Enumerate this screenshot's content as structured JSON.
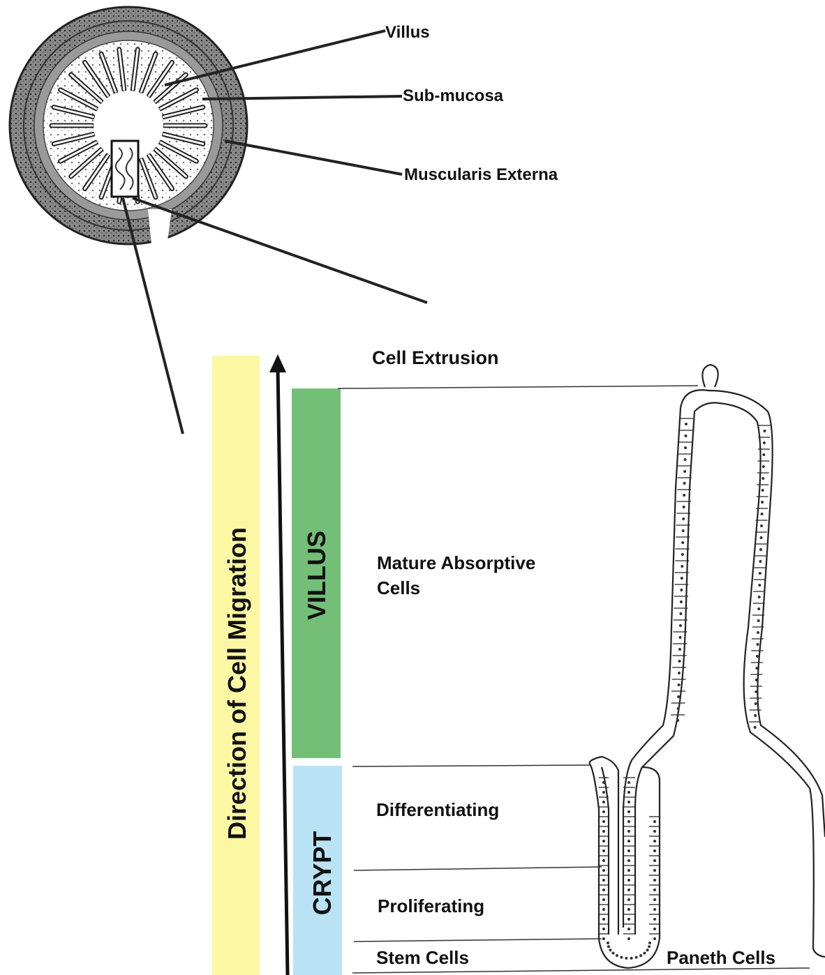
{
  "cross_section": {
    "labels": {
      "villus": "Villus",
      "submucosa": "Sub-mucosa",
      "muscularis": "Muscularis Externa"
    }
  },
  "migration": {
    "direction_label": "Direction of Cell Migration",
    "villus_bar_label": "VILLUS",
    "crypt_bar_label": "CRYPT",
    "colors": {
      "direction_bar": "#fbf7a3",
      "villus_bar": "#74bf78",
      "crypt_bar": "#b9e3f4"
    }
  },
  "zones": {
    "cell_extrusion": "Cell Extrusion",
    "mature_line1": "Mature Absorptive",
    "mature_line2": "Cells",
    "differentiating": "Differentiating",
    "proliferating": "Proliferating",
    "stem_cells": "Stem Cells",
    "paneth_cells": "Paneth Cells"
  }
}
